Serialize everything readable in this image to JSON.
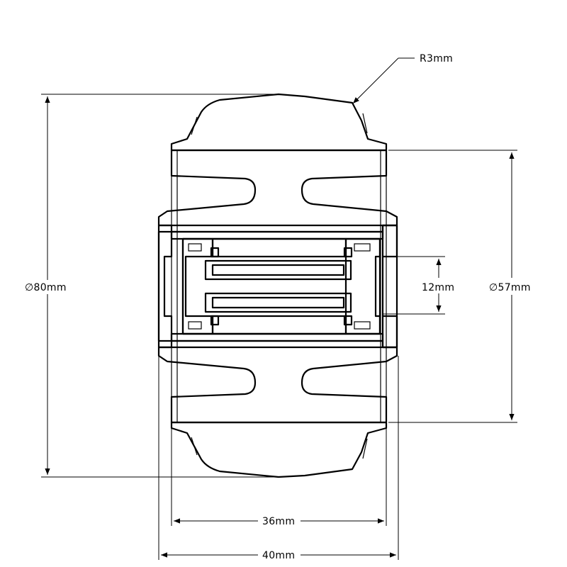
{
  "dimensions": {
    "radius_label": "R3mm",
    "outer_diameter_label": "∅80mm",
    "inner_diameter_label": "∅57mm",
    "bore_label": "12mm",
    "tread_width_label": "36mm",
    "hub_width_label": "40mm"
  },
  "colors": {
    "ink": "#000000",
    "background": "#ffffff"
  }
}
